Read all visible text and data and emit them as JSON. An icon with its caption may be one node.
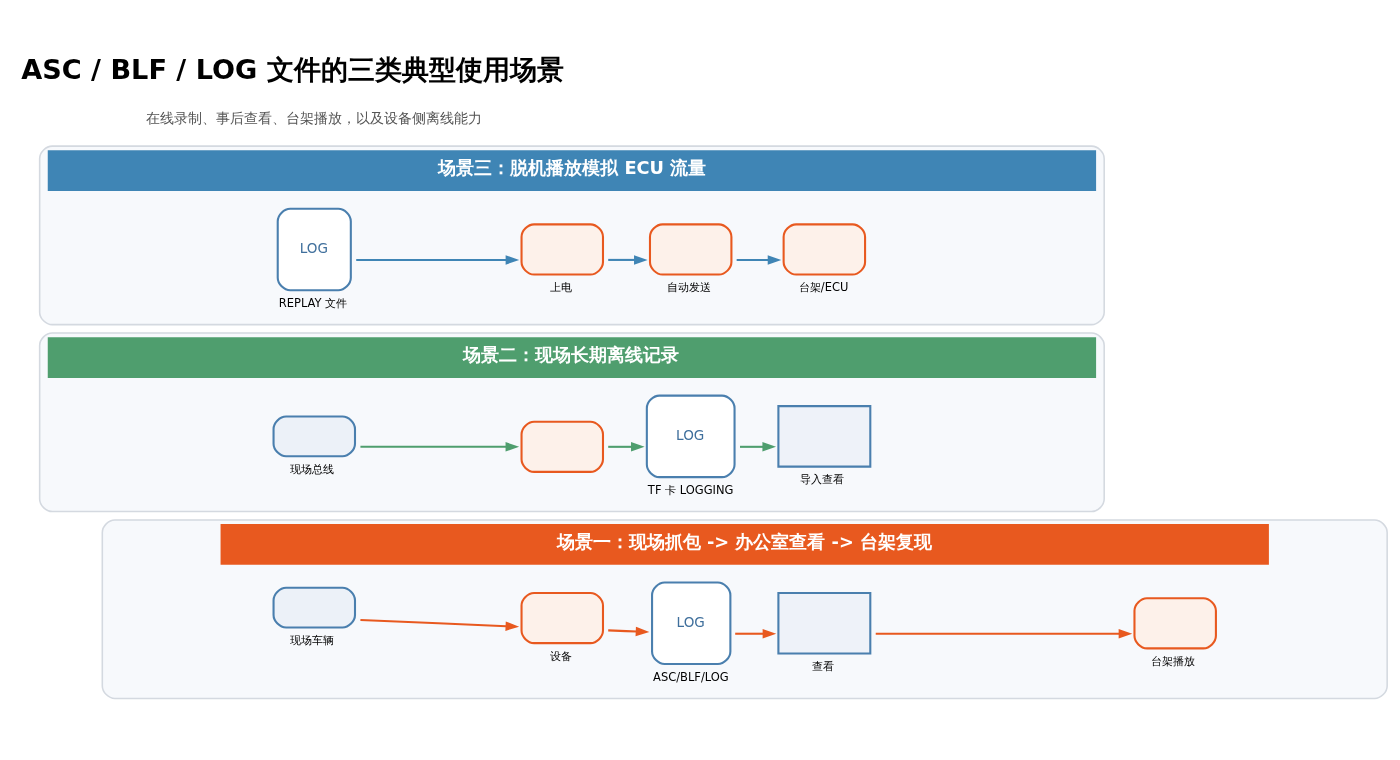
{
  "diagram": {
    "title": "ASC / BLF / LOG 文件的三类典型使用场景",
    "nodes": [
      {
        "text": [
          "场景一：现场抓包 -> 办公室查看 -> 台架复现"
        ]
      },
      {
        "text": [],
        "shape": "car",
        "in": 0,
        "beside": [
          "现场车辆"
        ]
      },
      {
        "text": [],
        "shape": "box",
        "in": 0,
        "beside": [
          "设备"
        ]
      },
      {
        "text": [
          "LOG"
        ],
        "in": 0,
        "beside": [
          "ASC/BLF/LOG"
        ]
      },
      {
        "text": [],
        "shape": "monitor",
        "in": 0,
        "beside": [
          "查看"
        ]
      },
      {
        "text": [],
        "shape": "box",
        "in": 0,
        "beside": [
          "台架播放"
        ]
      },
      {
        "text": [
          "场景二：现场长期离线记录"
        ]
      },
      {
        "text": [],
        "shape": "car",
        "in": 6,
        "beside": [
          "现场总线"
        ]
      },
      {
        "text": [],
        "shape": "box",
        "in": 6
      },
      {
        "text": [
          "LOG"
        ],
        "in": 6,
        "beside": [
          "TF 卡 LOGGING"
        ]
      },
      {
        "text": [],
        "shape": "monitor",
        "in": 6,
        "beside": [
          "导入查看"
        ]
      },
      {
        "text": [
          "场景三：脱机播放模拟 ECU 流量"
        ]
      },
      {
        "text": [
          "LOG"
        ],
        "in": 11,
        "beside": [
          "REPLAY 文件"
        ]
      },
      {
        "text": [],
        "shape": "box",
        "in": 11,
        "beside": [
          "上电"
        ]
      },
      {
        "text": [],
        "shape": "box",
        "in": 11,
        "beside": [
          "自动发送"
        ]
      },
      {
        "text": [],
        "shape": "box",
        "in": 11,
        "beside": [
          "台架/ECU"
        ]
      }
    ],
    "edges": [
      {
        "from": 1,
        "to": 2,
        "arrow": "to",
        "color": "#e8591f"
      },
      {
        "from": 2,
        "to": 3,
        "arrow": "to",
        "color": "#e8591f"
      },
      {
        "from": 3,
        "to": 4,
        "arrow": "to",
        "color": "#e8591f"
      },
      {
        "from": 4,
        "to": 5,
        "arrow": "to",
        "color": "#e8591f"
      },
      {
        "from": 7,
        "to": 8,
        "arrow": "to",
        "color": "#4f9e6e"
      },
      {
        "from": 8,
        "to": 9,
        "arrow": "to",
        "color": "#4f9e6e"
      },
      {
        "from": 9,
        "to": 10,
        "arrow": "to",
        "color": "#4f9e6e"
      },
      {
        "from": 12,
        "to": 13,
        "arrow": "to",
        "color": "#3f85b5"
      },
      {
        "from": 13,
        "to": 14,
        "arrow": "to",
        "color": "#3f85b5"
      },
      {
        "from": 14,
        "to": 15,
        "arrow": "to",
        "color": "#3f85b5"
      }
    ],
    "labels": [
      "在线录制、事后查看、台架播放，以及设备侧离线能力"
    ]
  }
}
